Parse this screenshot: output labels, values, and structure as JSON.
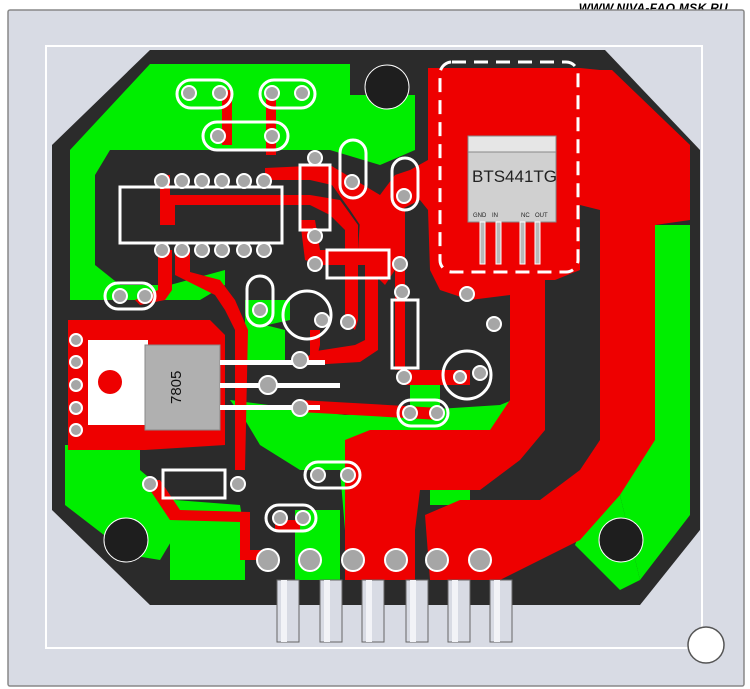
{
  "header": {
    "site_url": "WWW.NIVA-FAQ.MSK.RU"
  },
  "components": {
    "switch_ic": {
      "label": "BTS441TG",
      "pins": [
        "GND",
        "IN",
        "NC",
        "OUT"
      ]
    },
    "regulator": {
      "label": "7805"
    }
  },
  "colors": {
    "background": "#ffffff",
    "frame": "#d8dbe4",
    "board": "#2b2b2b",
    "ground_fill": "#00ee00",
    "copper_trace": "#ee0000",
    "pad": "#a6a6a6",
    "component_body": "#b0b0b0"
  }
}
